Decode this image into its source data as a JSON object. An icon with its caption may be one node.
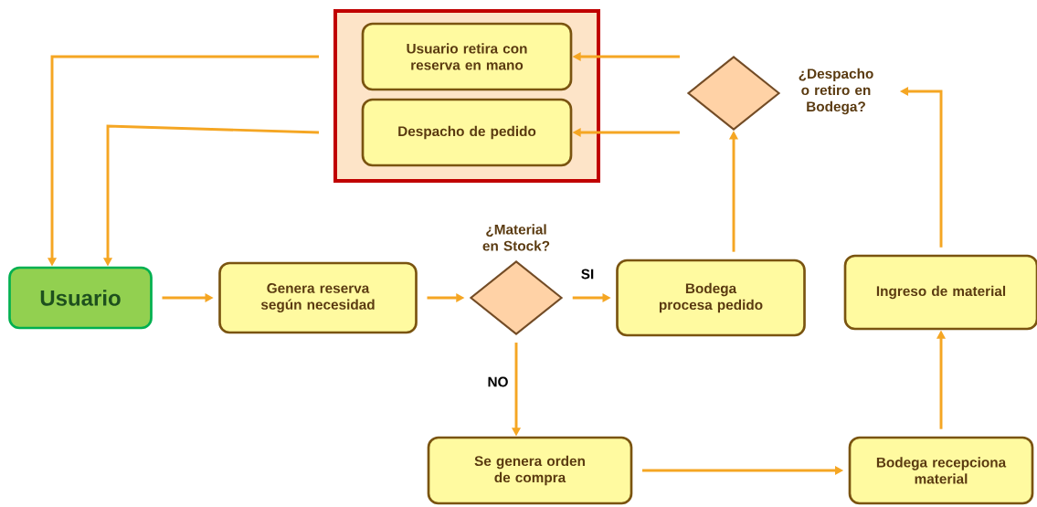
{
  "diagram": {
    "nodes": [
      {
        "text": [],
        "shape": "box"
      },
      {
        "text": [
          "Usuario retira con reserva en mano"
        ],
        "in": 0
      },
      {
        "text": [
          "Despacho de pedido"
        ],
        "in": 0
      },
      {
        "text": [],
        "shape": "diamond",
        "beside": [
          "¿Despacho o retiro en Bodega?"
        ]
      },
      {
        "text": [
          "Usuario"
        ]
      },
      {
        "text": [
          "Genera reserva según necesidad"
        ]
      },
      {
        "text": [],
        "shape": "diamond",
        "beside": [
          "¿Material en Stock?"
        ]
      },
      {
        "text": [
          "Bodega procesa pedido"
        ]
      },
      {
        "text": [
          "Ingreso de material"
        ]
      },
      {
        "text": [
          "Se genera orden de compra"
        ]
      },
      {
        "text": [
          "Bodega recepciona material"
        ]
      }
    ],
    "edges": [
      {
        "from": 3,
        "to": 1,
        "arrow": "to"
      },
      {
        "from": 3,
        "to": 2,
        "arrow": "to"
      },
      {
        "from": 1,
        "to": 4,
        "arrow": "to"
      },
      {
        "from": 2,
        "to": 4,
        "arrow": "to"
      },
      {
        "from": 4,
        "to": 5,
        "arrow": "to"
      },
      {
        "from": 5,
        "to": 6,
        "arrow": "to"
      },
      {
        "from": 6,
        "to": 7,
        "arrow": "to",
        "label": "SI"
      },
      {
        "from": 6,
        "to": 9,
        "arrow": "to",
        "label": "NO"
      },
      {
        "from": 9,
        "to": 10,
        "arrow": "to"
      },
      {
        "from": 10,
        "to": 8,
        "arrow": "to"
      },
      {
        "from": 8,
        "to": 3,
        "arrow": "to"
      },
      {
        "from": 7,
        "to": 3,
        "arrow": "to"
      }
    ]
  }
}
